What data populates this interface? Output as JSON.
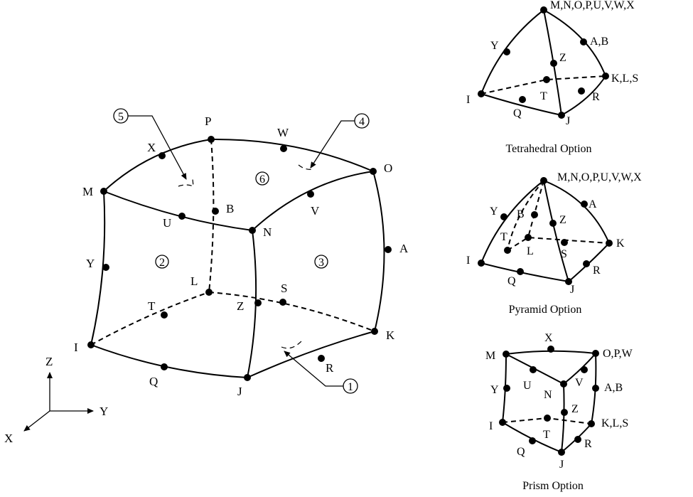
{
  "main_element": {
    "node_labels": {
      "M": "M",
      "N": "N",
      "O": "O",
      "P": "P",
      "I": "I",
      "J": "J",
      "K": "K",
      "L": "L",
      "U": "U",
      "V": "V",
      "W": "W",
      "X": "X",
      "Y": "Y",
      "Z": "Z",
      "A": "A",
      "B": "B",
      "Q": "Q",
      "R": "R",
      "S": "S",
      "T": "T"
    },
    "face_labels": [
      "1",
      "2",
      "3",
      "4",
      "5",
      "6"
    ]
  },
  "axes": {
    "z": "Z",
    "y": "Y",
    "x": "X"
  },
  "tetrahedral": {
    "caption": "Tetrahedral Option",
    "labels": {
      "apex": "M,N,O,P,U,V,W,X",
      "ab": "A,B",
      "kls": "K,L,S",
      "y": "Y",
      "z": "Z",
      "t": "T",
      "r": "R",
      "i": "I",
      "q": "Q",
      "j": "J"
    }
  },
  "pyramid": {
    "caption": "Pyramid Option",
    "labels": {
      "apex": "M,N,O,P,U,V,W,X",
      "a": "A",
      "y": "Y",
      "b": "B",
      "z": "Z",
      "t": "T",
      "l": "L",
      "s": "S",
      "k": "K",
      "i": "I",
      "r": "R",
      "q": "Q",
      "j": "J"
    }
  },
  "prism": {
    "caption": "Prism Option",
    "labels": {
      "m": "M",
      "x": "X",
      "opw": "O,P,W",
      "y": "Y",
      "u": "U",
      "n": "N",
      "v": "V",
      "ab": "A,B",
      "z": "Z",
      "i": "I",
      "kls": "K,L,S",
      "t": "T",
      "q": "Q",
      "r": "R",
      "j": "J"
    }
  }
}
